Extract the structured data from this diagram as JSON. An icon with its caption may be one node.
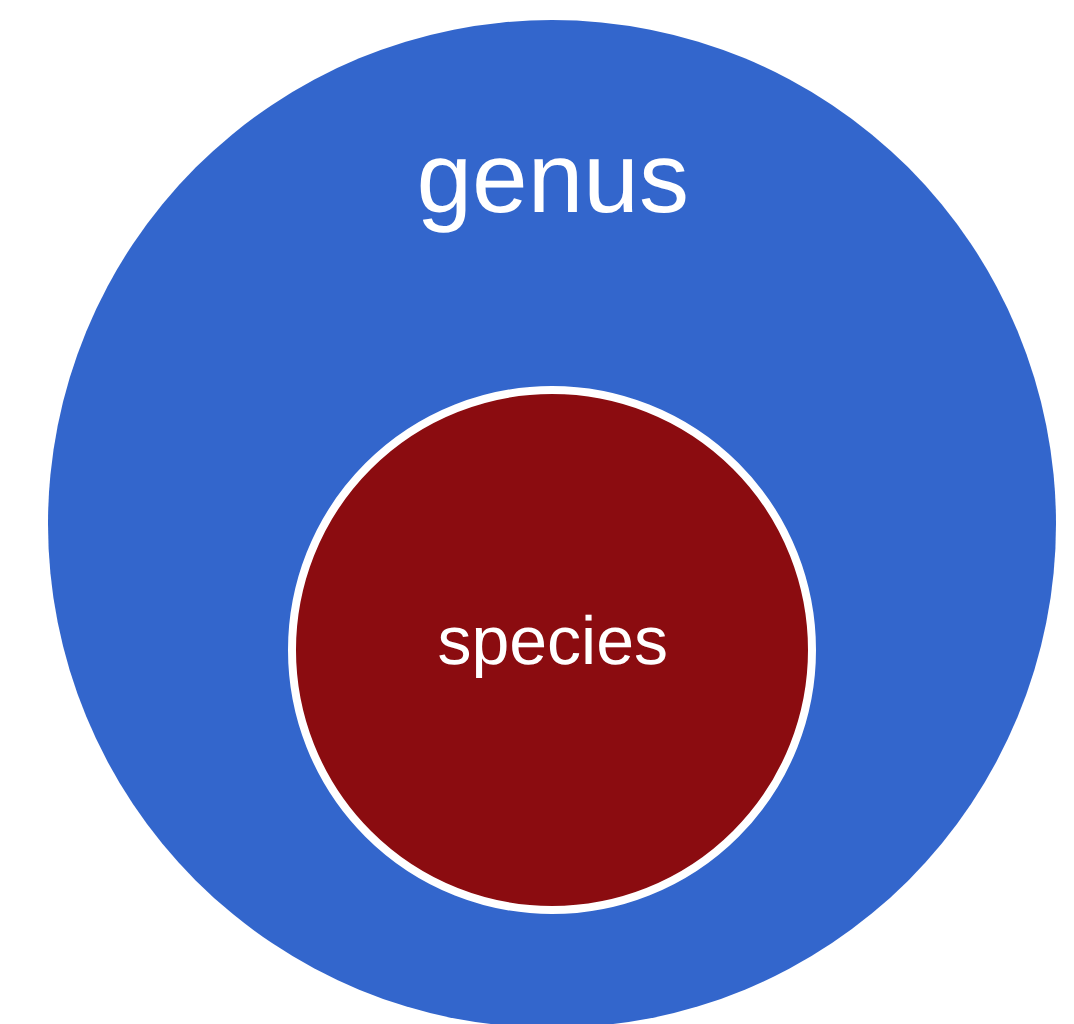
{
  "diagram": {
    "nodes": [
      {
        "text": [
          "genus"
        ]
      },
      {
        "text": [
          "species"
        ],
        "in": 0
      }
    ]
  }
}
